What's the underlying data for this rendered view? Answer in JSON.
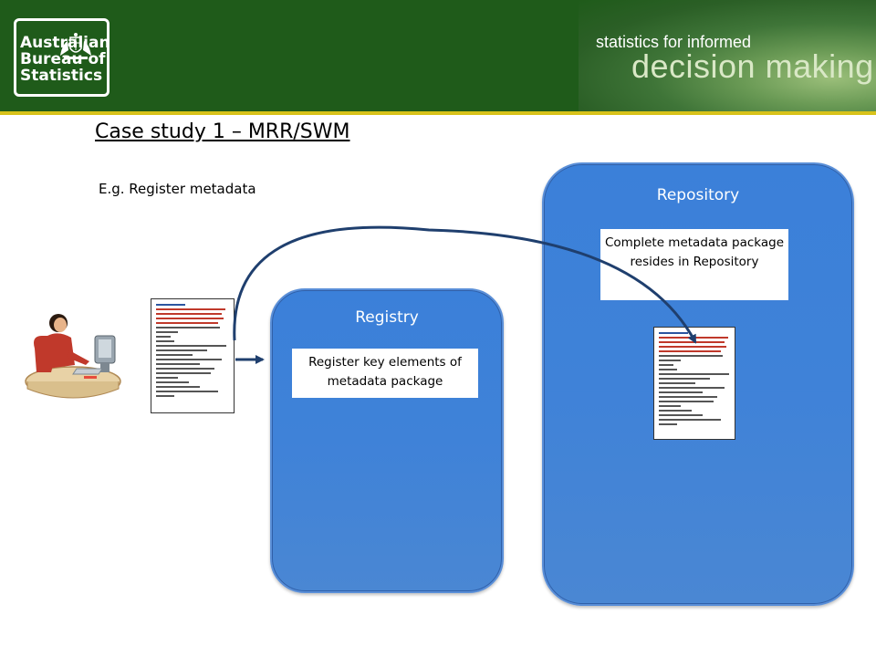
{
  "header": {
    "logo_line1": "Australian",
    "logo_line2": "Bureau of",
    "logo_line3": "Statistics",
    "tagline_small": "statistics for informed",
    "tagline_big": "decision making",
    "colors": {
      "band": "#1f5b1a",
      "accent_line": "#d8c21a"
    }
  },
  "slide": {
    "title": "Case study 1 – MRR/SWM",
    "subtitle": "E.g. Register metadata"
  },
  "registry": {
    "title": "Registry",
    "note": "Register key elements of metadata package"
  },
  "repository": {
    "title": "Repository",
    "note": "Complete metadata package resides in Repository"
  },
  "icons": {
    "person": "person-at-computer-icon",
    "document": "metadata-document-icon",
    "crest": "coat-of-arms-icon"
  },
  "colors": {
    "panel_blue": "#3f82d8",
    "arrow": "#1f3f6e"
  }
}
